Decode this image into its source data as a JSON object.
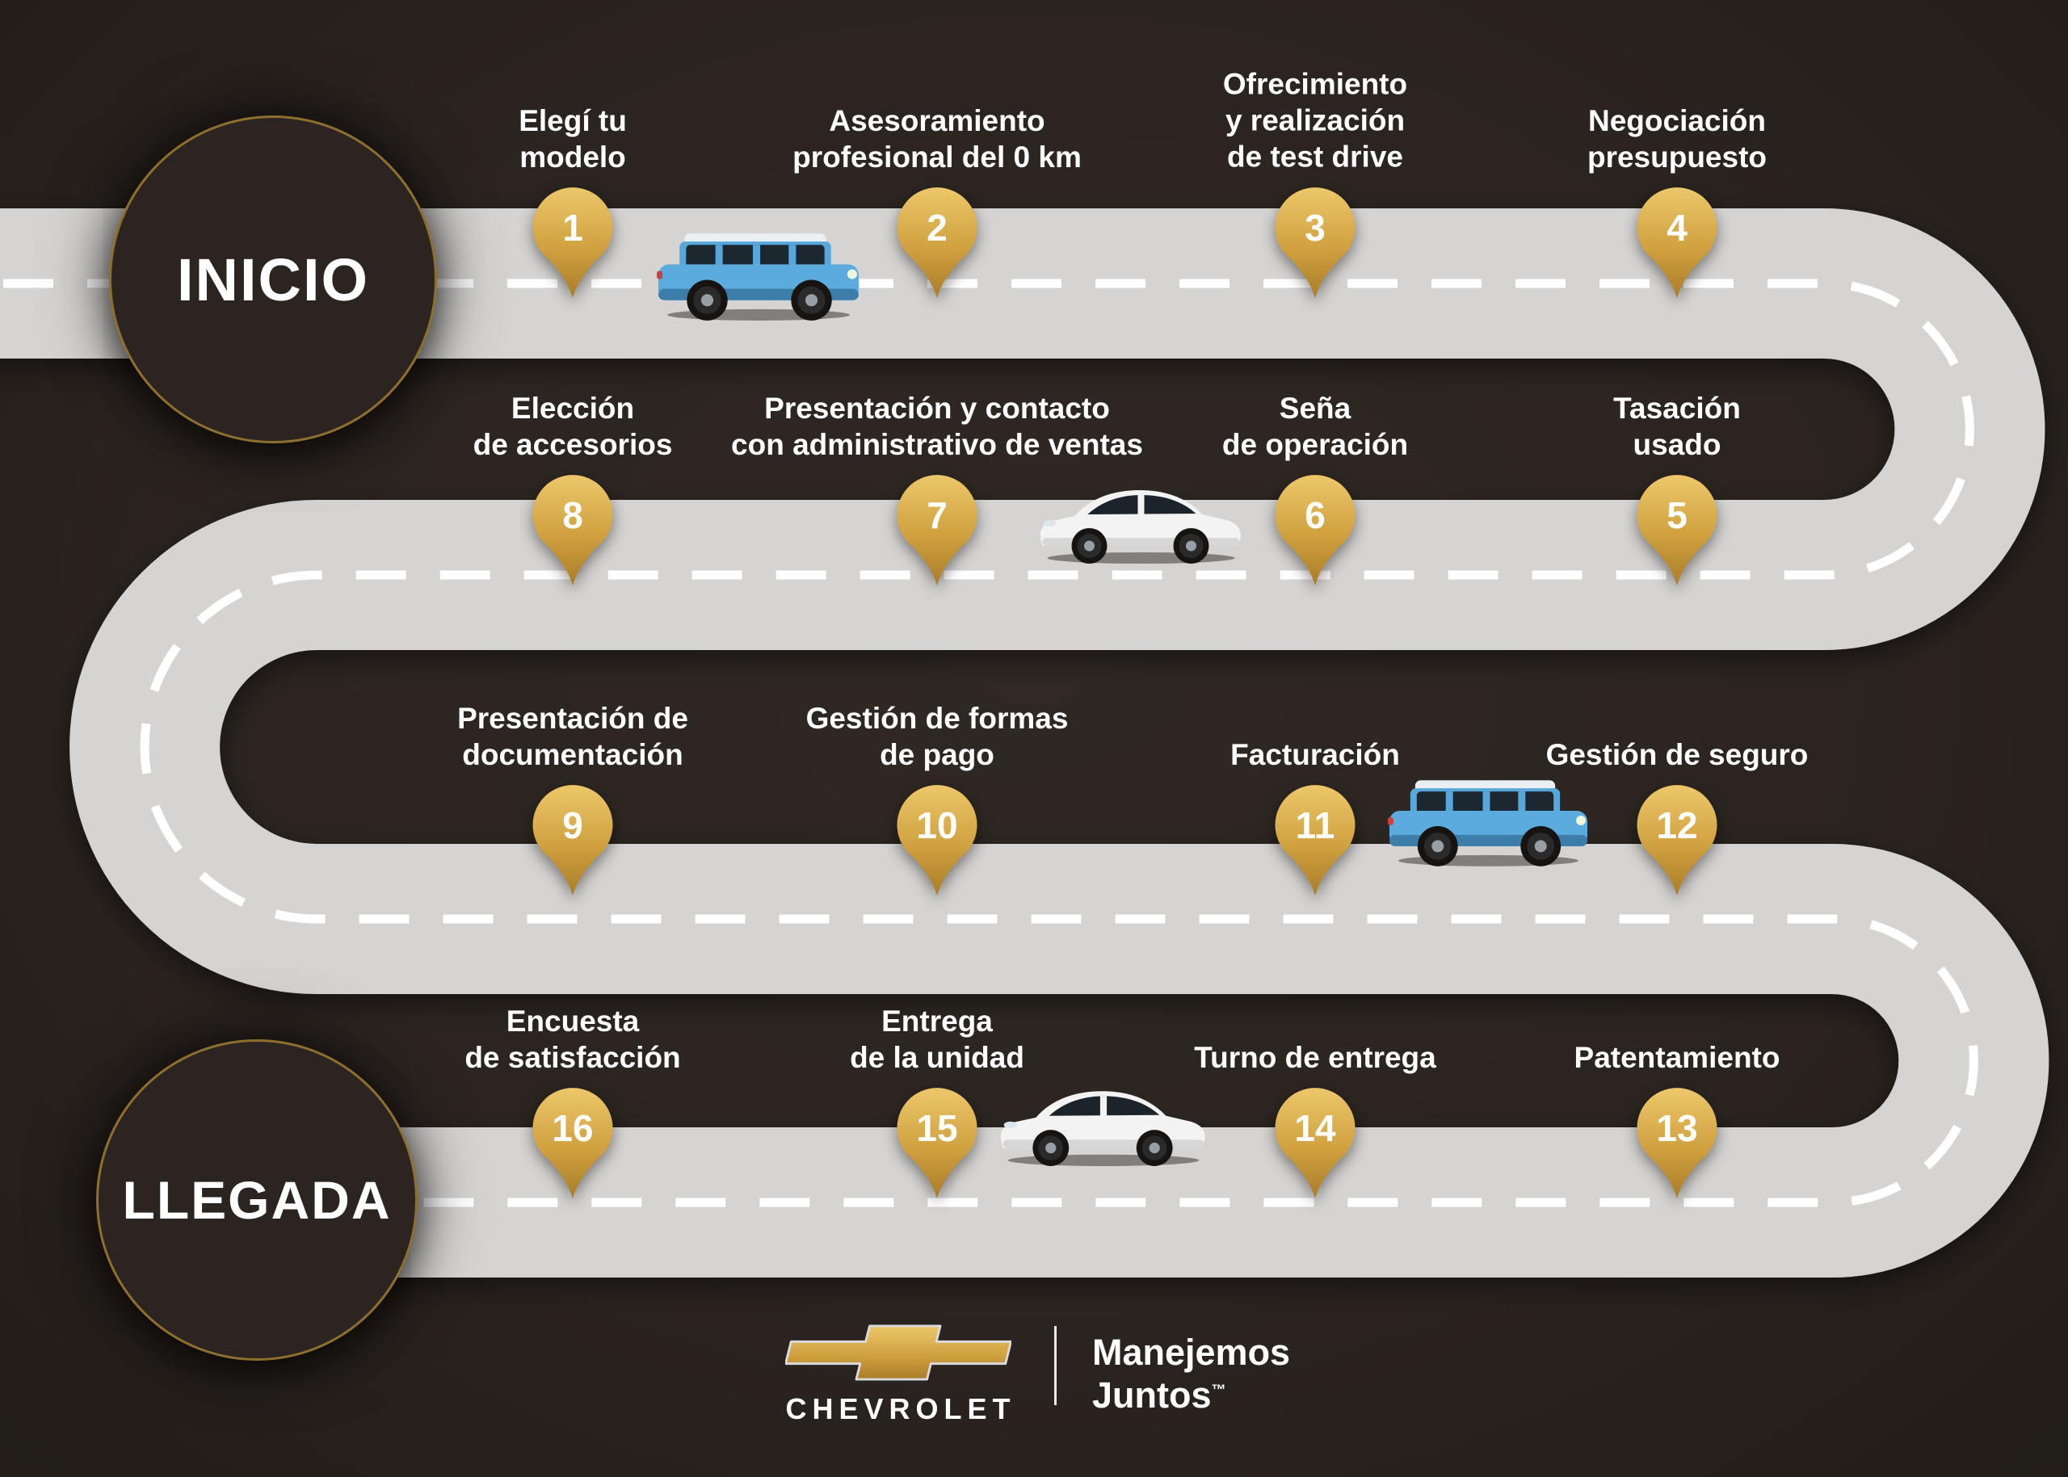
{
  "start": {
    "label": "INICIO"
  },
  "end": {
    "label": "LLEGADA"
  },
  "steps": [
    {
      "number": "1",
      "label": "Elegí tu\nmodelo"
    },
    {
      "number": "2",
      "label": "Asesoramiento\nprofesional del 0 km"
    },
    {
      "number": "3",
      "label": "Ofrecimiento\ny realización\nde test drive"
    },
    {
      "number": "4",
      "label": "Negociación\npresupuesto"
    },
    {
      "number": "5",
      "label": "Tasación\nusado"
    },
    {
      "number": "6",
      "label": "Seña\nde operación"
    },
    {
      "number": "7",
      "label": "Presentación y contacto\ncon administrativo de ventas"
    },
    {
      "number": "8",
      "label": "Elección\nde accesorios"
    },
    {
      "number": "9",
      "label": "Presentación de\ndocumentación"
    },
    {
      "number": "10",
      "label": "Gestión de formas\nde pago"
    },
    {
      "number": "11",
      "label": "Facturación"
    },
    {
      "number": "12",
      "label": "Gestión de seguro"
    },
    {
      "number": "13",
      "label": "Patentamiento"
    },
    {
      "number": "14",
      "label": "Turno de entrega"
    },
    {
      "number": "15",
      "label": "Entrega\nde la unidad"
    },
    {
      "number": "16",
      "label": "Encuesta\nde satisfacción"
    }
  ],
  "brand": {
    "wordmark": "CHEVROLET",
    "tagline_line1": "Manejemos",
    "tagline_line2": "Juntos",
    "trademark": "™"
  },
  "icons": {
    "pin": "map-pin",
    "logo": "chevrolet-bowtie",
    "car_blue": "blue-suv",
    "car_white": "white-hatchback"
  },
  "colors": {
    "background": "#2b2420",
    "road_gray": "#d5d4d2",
    "dash_white": "#ffffff",
    "pin_gold": "#cda13e",
    "ring_gold": "#8f6f2d",
    "text_white": "#ffffff"
  }
}
